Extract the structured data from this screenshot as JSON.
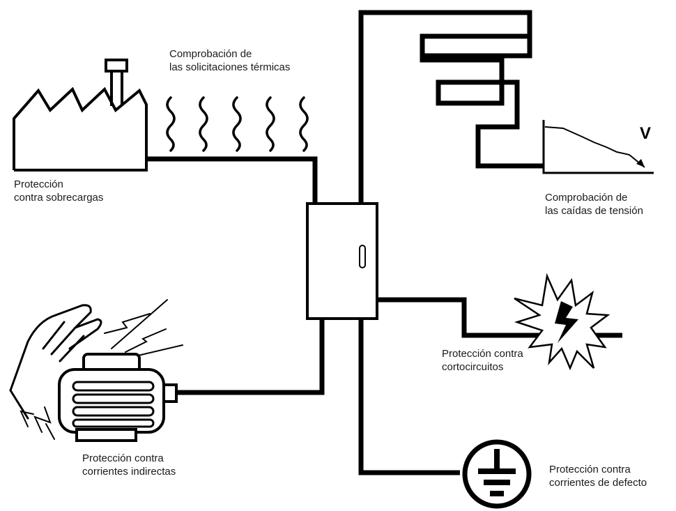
{
  "labels": {
    "thermal": [
      "Comprobación de",
      "las solicitaciones térmicas"
    ],
    "overload": [
      "Protección",
      "contra sobrecargas"
    ],
    "voltage_drop": [
      "Comprobación de",
      "las caídas de tensión"
    ],
    "short_circuit": [
      "Protección contra",
      "cortocircuitos"
    ],
    "indirect": [
      "Protección contra",
      "corrientes indirectas"
    ],
    "fault": [
      "Protección contra",
      "corrientes de defecto"
    ],
    "voltage_symbol": "V"
  },
  "colors": {
    "line": "#000000",
    "background": "#ffffff",
    "text": "#1a1a1a"
  }
}
